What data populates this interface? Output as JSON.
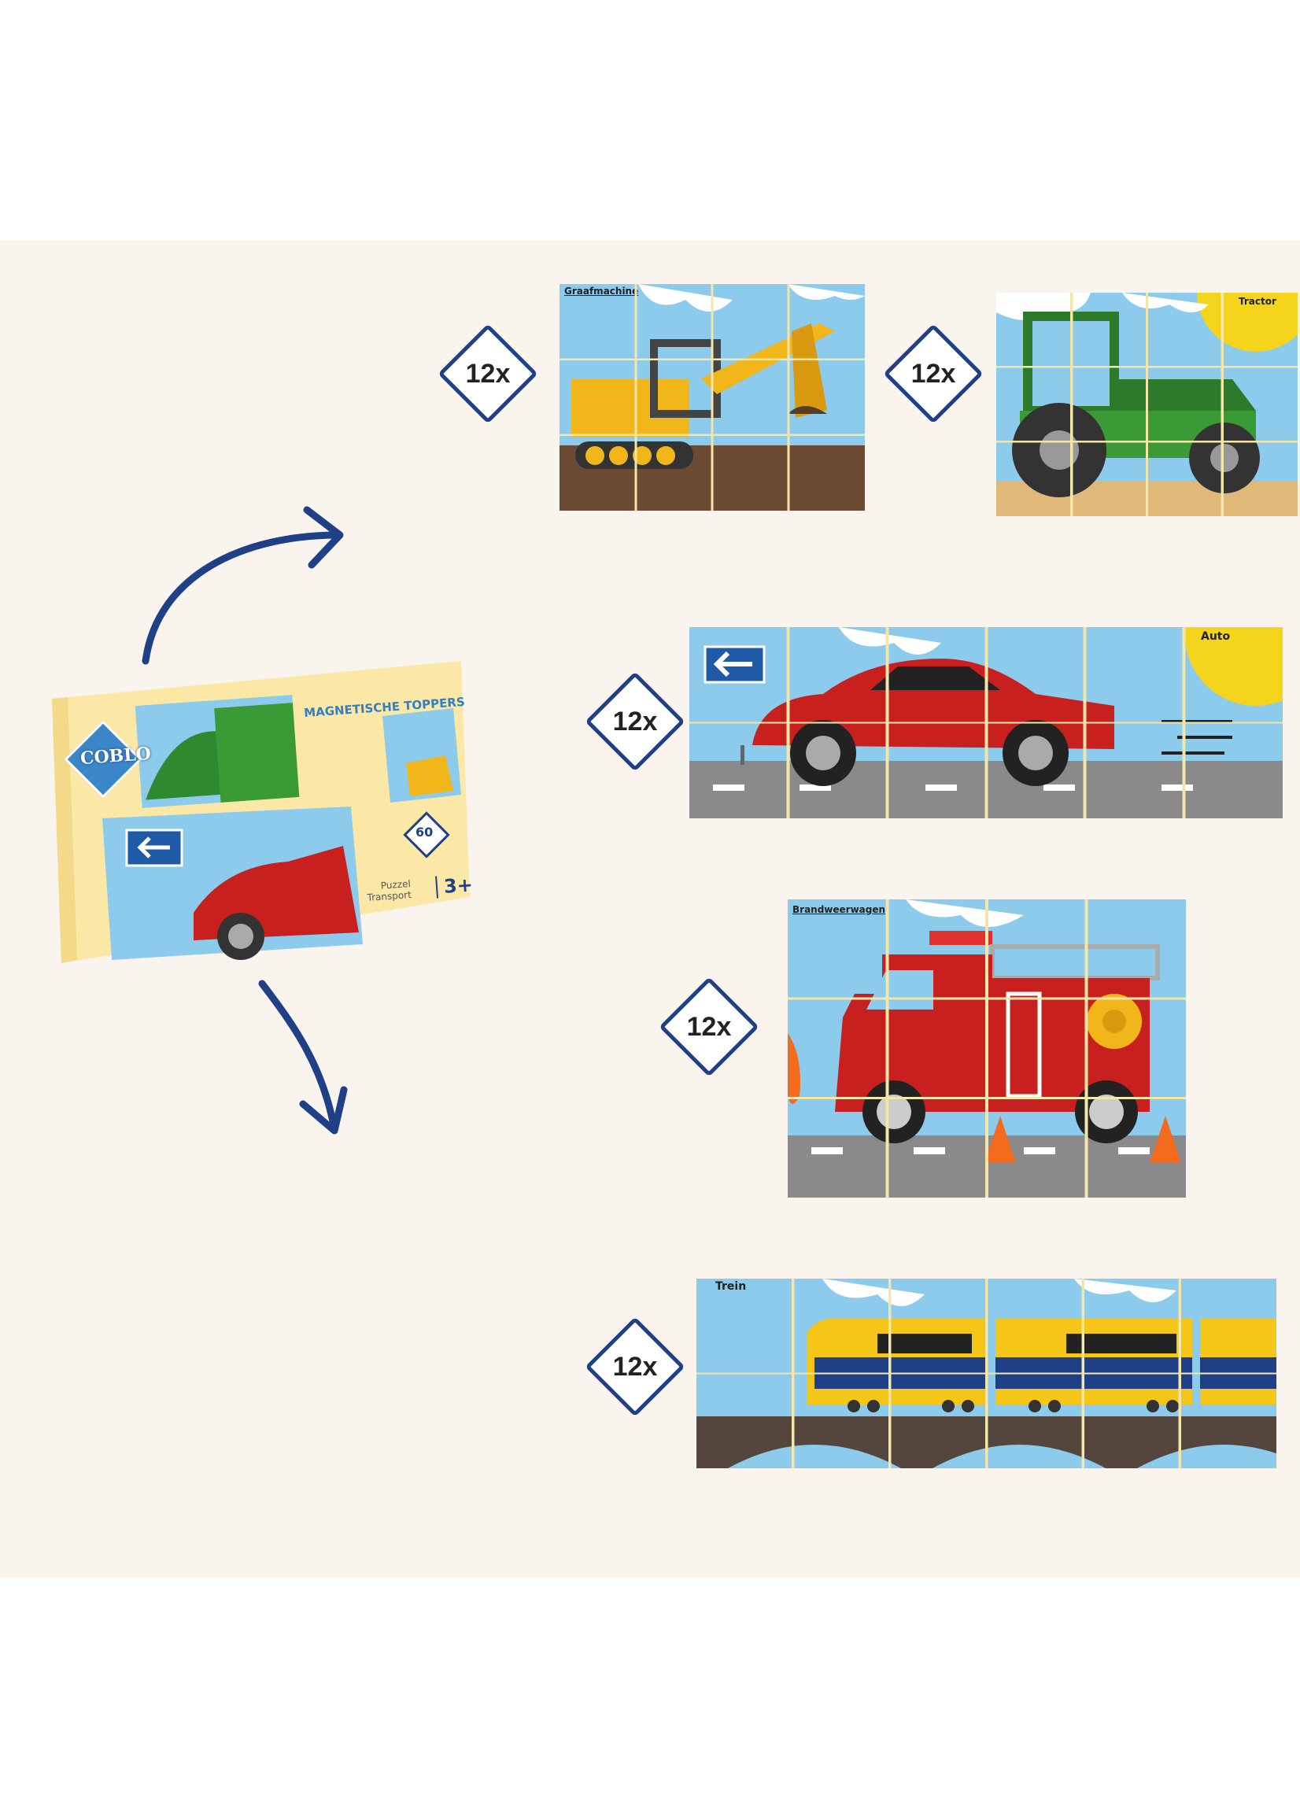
{
  "badges": [
    {
      "label": "12x"
    },
    {
      "label": "12x"
    },
    {
      "label": "12x"
    },
    {
      "label": "12x"
    },
    {
      "label": "12x"
    }
  ],
  "puzzles": {
    "excavator": {
      "title": "Graafmachine"
    },
    "tractor": {
      "title": "Tractor"
    },
    "car": {
      "title": "Auto"
    },
    "firetruck": {
      "title": "Brandweerwagen"
    },
    "train": {
      "title": "Trein"
    }
  },
  "box": {
    "brand": "COBLO",
    "product": "MAGNETISCHE TOPPERS",
    "pieces": "60",
    "line1": "Puzzel",
    "line2": "Transport",
    "age": "3+"
  },
  "colors": {
    "navy": "#1f3f86",
    "background": "#faf4ee",
    "sky": "#8ccbeb",
    "box": "#fbe7a6"
  }
}
